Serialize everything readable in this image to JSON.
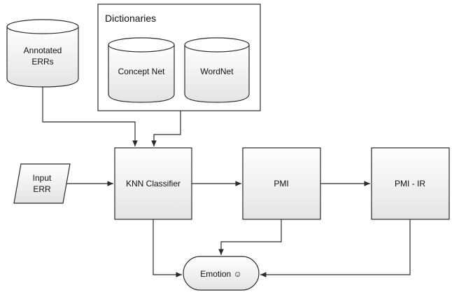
{
  "diagram": {
    "dictionaries_title": "Dictionaries",
    "annotated_errs": [
      "Annotated",
      "ERRs"
    ],
    "concept_net": "Concept Net",
    "wordnet": "WordNet",
    "input_err": [
      "Input",
      "ERR"
    ],
    "knn_classifier": "KNN Classifier",
    "pmi": "PMI",
    "pmi_ir": "PMI - IR",
    "emotion": "Emotion ☺"
  },
  "colors": {
    "box_fill_top": "#ffffff",
    "box_fill_bottom": "#e6e6e6",
    "line": "#2b2b2b"
  }
}
